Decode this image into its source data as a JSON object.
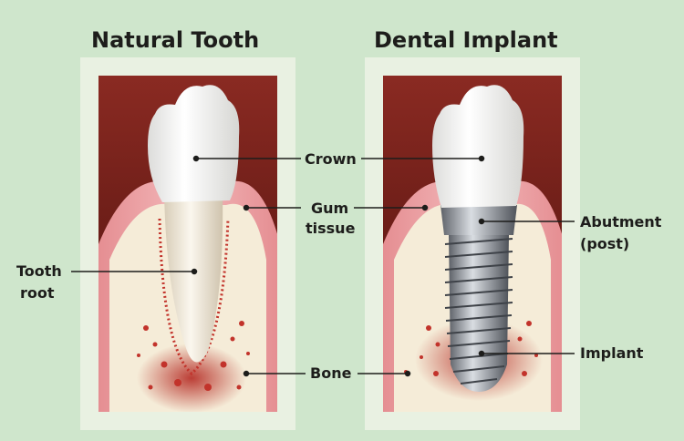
{
  "titles": {
    "natural": "Natural Tooth",
    "implant": "Dental Implant"
  },
  "labels": {
    "crown": "Crown",
    "gum_line1": "Gum",
    "gum_line2": "tissue",
    "tooth_root_line1": "Tooth",
    "tooth_root_line2": "root",
    "bone": "Bone",
    "abutment_line1": "Abutment",
    "abutment_line2": "(post)",
    "implant": "Implant"
  },
  "colors": {
    "background": "#cfe6cc",
    "panel": "#e9f1e2",
    "gum_dark": "#7a1f1a",
    "gum_pink": "#e9a3a5",
    "bone": "#f5ecd8",
    "bone_red": "#c8372d",
    "crown": "#f7f7f5",
    "metal": "#9a9fa6"
  }
}
